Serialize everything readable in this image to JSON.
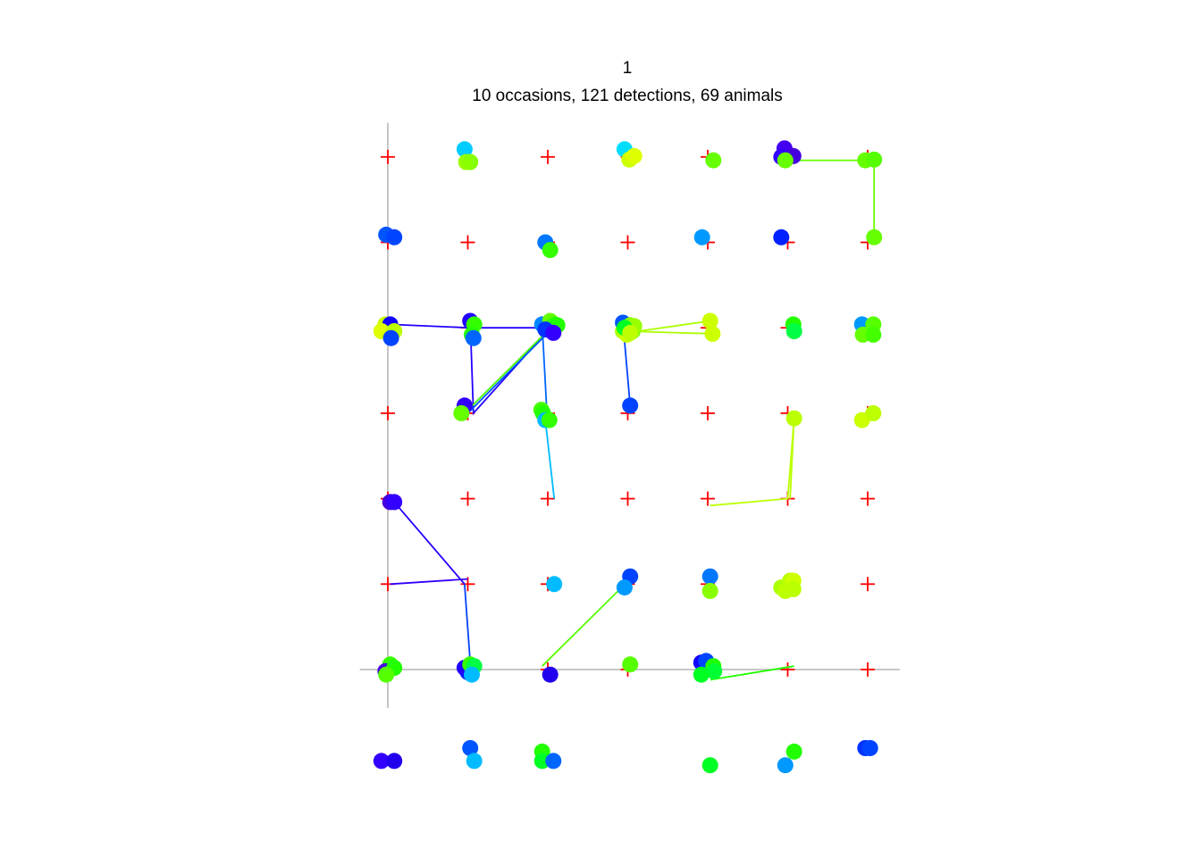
{
  "chart_data": {
    "type": "scatter",
    "title": "1",
    "subtitle": "10 occasions, 121 detections, 69 animals",
    "xlabel": "",
    "ylabel": "",
    "grid": false,
    "axes": "origin-lines",
    "xlim": [
      -0.35,
      6.4
    ],
    "ylim": [
      -0.45,
      6.4
    ],
    "trap_color": "#ff0000",
    "axis_color": "#b3b3b3",
    "traps": {
      "cols": [
        0,
        1,
        2,
        3,
        4,
        5,
        6
      ],
      "rows": [
        0,
        1,
        2,
        3,
        4,
        5,
        6
      ]
    },
    "detections": [
      {
        "x": 0.96,
        "y": 6.09,
        "color": "#00ccff"
      },
      {
        "x": 0.98,
        "y": 5.94,
        "color": "#99ff00"
      },
      {
        "x": 1.03,
        "y": 5.94,
        "color": "#88ff00"
      },
      {
        "x": 2.96,
        "y": 6.09,
        "color": "#00ddff"
      },
      {
        "x": 3.02,
        "y": 5.97,
        "color": "#ccff00"
      },
      {
        "x": 3.08,
        "y": 6.01,
        "color": "#ddff00"
      },
      {
        "x": 4.07,
        "y": 5.96,
        "color": "#66ff00"
      },
      {
        "x": 4.96,
        "y": 6.1,
        "color": "#4400ee"
      },
      {
        "x": 4.92,
        "y": 6.0,
        "color": "#3300ff"
      },
      {
        "x": 5.07,
        "y": 6.01,
        "color": "#4400dd"
      },
      {
        "x": 4.97,
        "y": 5.96,
        "color": "#66ff00"
      },
      {
        "x": 5.97,
        "y": 5.96,
        "color": "#66ff00"
      },
      {
        "x": 6.08,
        "y": 5.97,
        "color": "#55ff00"
      },
      {
        "x": 6.08,
        "y": 5.06,
        "color": "#66ff00"
      },
      {
        "x": -0.02,
        "y": 5.09,
        "color": "#0055ff"
      },
      {
        "x": 0.08,
        "y": 5.06,
        "color": "#0044ff"
      },
      {
        "x": 1.97,
        "y": 5.0,
        "color": "#0077ff"
      },
      {
        "x": 2.03,
        "y": 4.91,
        "color": "#33ff00"
      },
      {
        "x": 3.93,
        "y": 5.06,
        "color": "#0099ff"
      },
      {
        "x": 4.92,
        "y": 5.06,
        "color": "#0022ff"
      },
      {
        "x": -0.03,
        "y": 4.04,
        "color": "#ccff00"
      },
      {
        "x": 0.03,
        "y": 4.04,
        "color": "#1100ff"
      },
      {
        "x": -0.08,
        "y": 3.96,
        "color": "#ddff00"
      },
      {
        "x": 0.08,
        "y": 3.96,
        "color": "#bbff00"
      },
      {
        "x": 0.04,
        "y": 3.88,
        "color": "#0044ff"
      },
      {
        "x": 1.03,
        "y": 4.08,
        "color": "#2200ff"
      },
      {
        "x": 1.08,
        "y": 4.04,
        "color": "#33ff00"
      },
      {
        "x": 1.05,
        "y": 3.92,
        "color": "#22ff00"
      },
      {
        "x": 1.07,
        "y": 3.88,
        "color": "#0066ff"
      },
      {
        "x": 1.93,
        "y": 4.04,
        "color": "#0088ff"
      },
      {
        "x": 2.03,
        "y": 4.08,
        "color": "#66ff00"
      },
      {
        "x": 2.08,
        "y": 4.04,
        "color": "#33ff00"
      },
      {
        "x": 2.12,
        "y": 4.03,
        "color": "#22ff00"
      },
      {
        "x": 1.97,
        "y": 3.98,
        "color": "#0033ff"
      },
      {
        "x": 2.07,
        "y": 3.94,
        "color": "#3300ff"
      },
      {
        "x": 2.94,
        "y": 4.06,
        "color": "#0055ff"
      },
      {
        "x": 2.94,
        "y": 3.96,
        "color": "#aaff00"
      },
      {
        "x": 2.99,
        "y": 3.92,
        "color": "#ccff00"
      },
      {
        "x": 3.03,
        "y": 4.03,
        "color": "#88ff00"
      },
      {
        "x": 3.06,
        "y": 3.96,
        "color": "#77ff00"
      },
      {
        "x": 3.08,
        "y": 4.02,
        "color": "#99ff00"
      },
      {
        "x": 2.96,
        "y": 4.0,
        "color": "#00ff22"
      },
      {
        "x": 3.03,
        "y": 3.94,
        "color": "#bbff00"
      },
      {
        "x": 4.03,
        "y": 4.08,
        "color": "#ccff00"
      },
      {
        "x": 4.06,
        "y": 3.93,
        "color": "#ccff00"
      },
      {
        "x": 5.07,
        "y": 4.04,
        "color": "#22ff00"
      },
      {
        "x": 5.08,
        "y": 3.96,
        "color": "#00ff44"
      },
      {
        "x": 5.93,
        "y": 4.04,
        "color": "#0099ff"
      },
      {
        "x": 6.07,
        "y": 4.04,
        "color": "#55ff00"
      },
      {
        "x": 5.94,
        "y": 3.92,
        "color": "#66ff00"
      },
      {
        "x": 6.07,
        "y": 3.92,
        "color": "#44ff00"
      },
      {
        "x": 0.96,
        "y": 3.09,
        "color": "#3300ff"
      },
      {
        "x": 0.92,
        "y": 3.0,
        "color": "#66ff00"
      },
      {
        "x": 1.92,
        "y": 3.04,
        "color": "#44ff00"
      },
      {
        "x": 1.94,
        "y": 3.0,
        "color": "#22ff00"
      },
      {
        "x": 1.97,
        "y": 2.92,
        "color": "#00bbff"
      },
      {
        "x": 2.02,
        "y": 2.92,
        "color": "#33ff00"
      },
      {
        "x": 3.03,
        "y": 3.09,
        "color": "#0044ff"
      },
      {
        "x": 5.08,
        "y": 2.94,
        "color": "#bbff00"
      },
      {
        "x": 5.93,
        "y": 2.92,
        "color": "#ccff00"
      },
      {
        "x": 6.07,
        "y": 3.0,
        "color": "#bbff00"
      },
      {
        "x": 0.03,
        "y": 1.96,
        "color": "#4400dd"
      },
      {
        "x": 0.08,
        "y": 1.96,
        "color": "#3300ff"
      },
      {
        "x": 2.08,
        "y": 1.0,
        "color": "#00bbff"
      },
      {
        "x": 3.03,
        "y": 1.09,
        "color": "#0044ff"
      },
      {
        "x": 2.96,
        "y": 0.96,
        "color": "#0099ff"
      },
      {
        "x": 4.03,
        "y": 1.09,
        "color": "#0077ff"
      },
      {
        "x": 4.03,
        "y": 0.92,
        "color": "#88ff00"
      },
      {
        "x": 4.92,
        "y": 0.96,
        "color": "#aaff00"
      },
      {
        "x": 5.03,
        "y": 1.04,
        "color": "#bbff00"
      },
      {
        "x": 5.07,
        "y": 1.04,
        "color": "#ccff00"
      },
      {
        "x": 4.97,
        "y": 0.92,
        "color": "#bbff00"
      },
      {
        "x": 5.07,
        "y": 0.94,
        "color": "#bbff00"
      },
      {
        "x": 0.03,
        "y": 0.06,
        "color": "#33ff00"
      },
      {
        "x": -0.03,
        "y": -0.02,
        "color": "#4400dd"
      },
      {
        "x": 0.08,
        "y": 0.02,
        "color": "#22ff00"
      },
      {
        "x": -0.02,
        "y": -0.06,
        "color": "#55ff00"
      },
      {
        "x": 1.0,
        "y": -0.03,
        "color": "#0022ff"
      },
      {
        "x": 0.96,
        "y": 0.02,
        "color": "#2200ff"
      },
      {
        "x": 1.03,
        "y": 0.06,
        "color": "#33ff00"
      },
      {
        "x": 1.08,
        "y": 0.04,
        "color": "#00ff44"
      },
      {
        "x": 1.05,
        "y": -0.06,
        "color": "#00bbff"
      },
      {
        "x": 2.03,
        "y": -0.06,
        "color": "#2200ee"
      },
      {
        "x": 3.03,
        "y": 0.06,
        "color": "#55ff00"
      },
      {
        "x": 3.92,
        "y": 0.08,
        "color": "#1100ff"
      },
      {
        "x": 3.98,
        "y": 0.1,
        "color": "#0044ff"
      },
      {
        "x": 4.07,
        "y": 0.04,
        "color": "#22ff00"
      },
      {
        "x": 4.08,
        "y": -0.02,
        "color": "#00ff33"
      },
      {
        "x": 3.92,
        "y": -0.06,
        "color": "#00ff22"
      },
      {
        "x": -0.08,
        "y": -1.07,
        "color": "#3300ff"
      },
      {
        "x": 0.08,
        "y": -1.07,
        "color": "#2200ee"
      },
      {
        "x": 1.03,
        "y": -0.92,
        "color": "#0055ff"
      },
      {
        "x": 1.08,
        "y": -1.07,
        "color": "#00bbff"
      },
      {
        "x": 1.93,
        "y": -0.96,
        "color": "#22ff00"
      },
      {
        "x": 1.93,
        "y": -1.07,
        "color": "#00ff22"
      },
      {
        "x": 2.07,
        "y": -1.07,
        "color": "#0066ff"
      },
      {
        "x": 4.03,
        "y": -1.12,
        "color": "#00ff22"
      },
      {
        "x": 4.97,
        "y": -1.12,
        "color": "#0099ff"
      },
      {
        "x": 5.08,
        "y": -0.96,
        "color": "#22ff00"
      },
      {
        "x": 5.97,
        "y": -0.92,
        "color": "#0033ff"
      },
      {
        "x": 6.03,
        "y": -0.92,
        "color": "#0044ff"
      }
    ],
    "tracks": [
      {
        "color": "#66ff00",
        "points": [
          [
            4.97,
            5.96
          ],
          [
            5.97,
            5.96
          ],
          [
            6.08,
            5.97
          ],
          [
            6.08,
            5.06
          ]
        ]
      },
      {
        "color": "#2200ff",
        "points": [
          [
            0.03,
            4.04
          ],
          [
            1.03,
            4.0
          ],
          [
            2.03,
            4.0
          ],
          [
            1.07,
            3.0
          ],
          [
            1.03,
            4.08
          ]
        ]
      },
      {
        "color": "#44ff00",
        "points": [
          [
            0.96,
            3.0
          ],
          [
            2.08,
            4.04
          ]
        ]
      },
      {
        "color": "#0055ff",
        "points": [
          [
            2.0,
            3.94
          ],
          [
            1.0,
            3.0
          ]
        ]
      },
      {
        "color": "#0066ff",
        "points": [
          [
            1.93,
            4.04
          ],
          [
            1.99,
            2.99
          ]
        ]
      },
      {
        "color": "#00bbff",
        "points": [
          [
            1.97,
            2.92
          ],
          [
            2.08,
            2.0
          ]
        ]
      },
      {
        "color": "#aaff00",
        "points": [
          [
            2.99,
            3.94
          ],
          [
            4.03,
            4.08
          ],
          [
            4.06,
            3.93
          ],
          [
            2.99,
            3.96
          ]
        ]
      },
      {
        "color": "#0044ff",
        "points": [
          [
            2.94,
            4.06
          ],
          [
            3.03,
            3.09
          ]
        ]
      },
      {
        "color": "#bbff00",
        "points": [
          [
            4.03,
            1.92
          ],
          [
            5.0,
            2.0
          ],
          [
            5.08,
            2.94
          ],
          [
            5.03,
            2.0
          ]
        ]
      },
      {
        "color": "#2200ff",
        "points": [
          [
            0.08,
            1.96
          ],
          [
            0.96,
            1.0
          ]
        ]
      },
      {
        "color": "#3300ff",
        "points": [
          [
            0.03,
            1.0
          ],
          [
            1.0,
            1.06
          ]
        ]
      },
      {
        "color": "#0044ff",
        "points": [
          [
            0.96,
            1.0
          ],
          [
            1.03,
            0.08
          ]
        ]
      },
      {
        "color": "#55ff00",
        "points": [
          [
            1.93,
            0.04
          ],
          [
            3.03,
            1.06
          ]
        ]
      },
      {
        "color": "#22ff00",
        "points": [
          [
            4.03,
            -0.12
          ],
          [
            5.08,
            0.04
          ]
        ]
      }
    ]
  }
}
